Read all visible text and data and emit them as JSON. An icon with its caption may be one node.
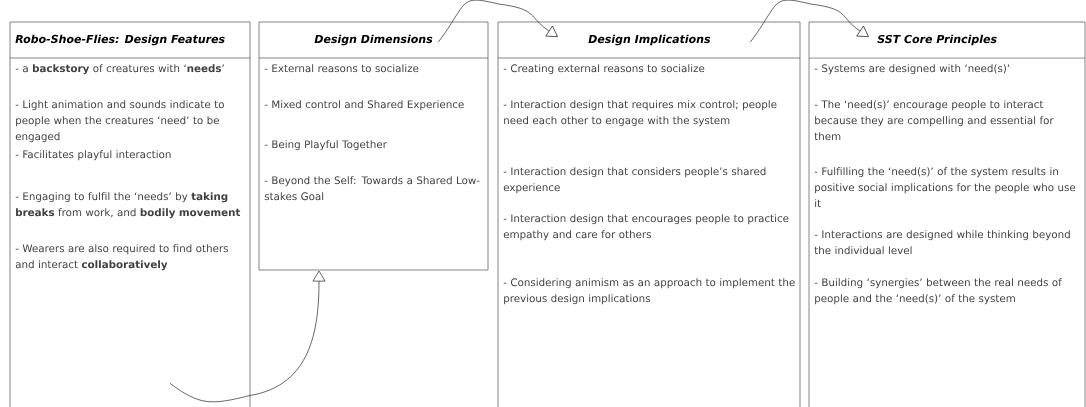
{
  "diagram": {
    "nodes": [
      {
        "text": [
          "Robo-Shoe-Flies: Design Features",
          "- a **backstory** of creatures with ‘**needs**’",
          "- Light animation and sounds indicate to people when the creatures ‘need’ to be engaged",
          "- Facilitates playful interaction",
          "- Engaging to fulfil the ‘needs’ by **taking breaks** from work, and **bodily movement**",
          "- Wearers are also required to find others and interact **collaboratively**"
        ]
      },
      {
        "text": [
          "Design Dimensions",
          "- External reasons to socialize",
          "- Mixed control and Shared Experience",
          "- Being Playful Together",
          "- Beyond the Self: Towards a Shared Low-stakes Goal"
        ]
      },
      {
        "text": [
          "Design Implications",
          "- Creating external reasons to socialize",
          "- Interaction design that requires mix control; people need each other to engage with the system",
          "- Interaction design that considers people’s shared experience",
          "- Interaction design that encourages people to practice empathy and care for others",
          "- Considering animism as an approach to implement the previous design implications"
        ]
      },
      {
        "text": [
          "SST Core Principles",
          "- Systems are designed with ‘need(s)’",
          "- The ‘need(s)’ encourage people to interact because they are compelling and essential for them",
          "- Fulfilling the ‘need(s)’ of the system results in positive social implications for the people who use it",
          "- Interactions are designed while thinking beyond the individual level",
          "- Building ‘synergies’ between the real needs of people and the ‘need(s)’ of the system"
        ]
      }
    ],
    "edges": [
      {
        "from": 0,
        "to": 1,
        "arrow": "to"
      },
      {
        "from": 1,
        "to": 2,
        "arrow": "to"
      },
      {
        "from": 2,
        "to": 3,
        "arrow": "to"
      }
    ]
  }
}
